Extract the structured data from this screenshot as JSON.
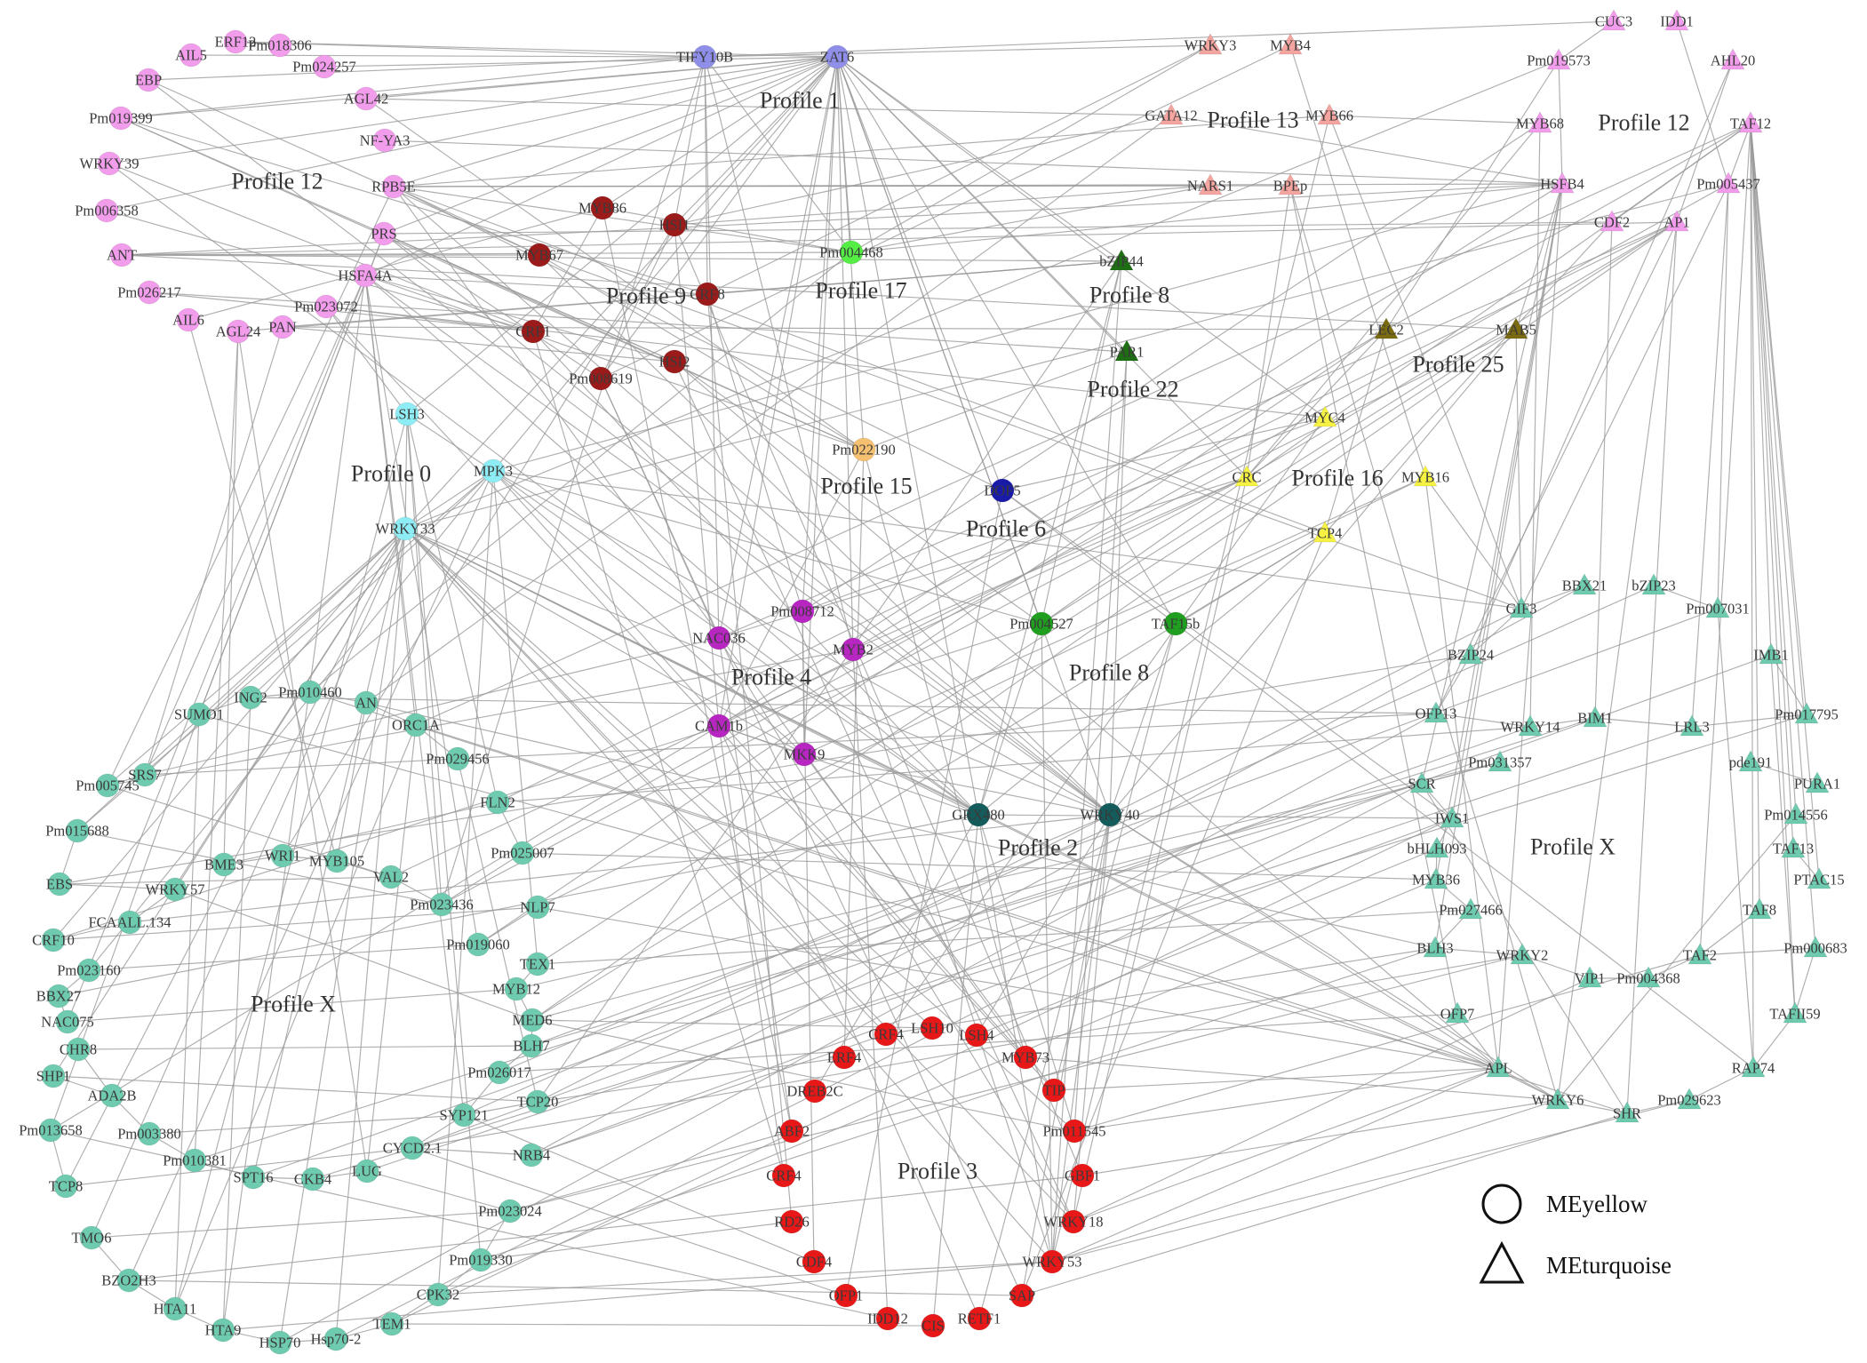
{
  "legend": {
    "circle_label": "MEyellow",
    "triangle_label": "MEturquoise"
  },
  "colors": {
    "profile1": "#8f8fea",
    "profile12": "#f29cec",
    "profile13": "#f4a5a0",
    "profile9": "#9b1b1b",
    "profile17": "#55ee44",
    "profile8_tri": "#1e6e14",
    "profile22": "#1e6e14",
    "profile25": "#7a6a10",
    "profile0": "#8eecf4",
    "profile15": "#f5c070",
    "profile6": "#1a1aa8",
    "profile16": "#f6f244",
    "profile4": "#b826c2",
    "profile8_circ": "#1f9e1f",
    "profile2": "#145c5c",
    "profile3": "#e81818",
    "profileX": "#6fcbb0",
    "edge": "#9a9a9a"
  },
  "profiles": [
    {
      "label": "Profile 1"
    },
    {
      "label": "Profile 13"
    },
    {
      "label": "Profile 12"
    },
    {
      "label": "Profile 12"
    },
    {
      "label": "Profile 9"
    },
    {
      "label": "Profile 17"
    },
    {
      "label": "Profile 8"
    },
    {
      "label": "Profile 25"
    },
    {
      "label": "Profile 22"
    },
    {
      "label": "Profile 0"
    },
    {
      "label": "Profile 15"
    },
    {
      "label": "Profile 16"
    },
    {
      "label": "Profile 6"
    },
    {
      "label": "Profile 4"
    },
    {
      "label": "Profile 8"
    },
    {
      "label": "Profile 2"
    },
    {
      "label": "Profile X"
    },
    {
      "label": "Profile X"
    },
    {
      "label": "Profile 3"
    }
  ],
  "nodes": [
    {
      "id": "TIFY10B",
      "shape": "circle",
      "group": "profile1"
    },
    {
      "id": "ZAT6",
      "shape": "circle",
      "group": "profile1"
    },
    {
      "id": "AIL5",
      "shape": "circle",
      "group": "profile12"
    },
    {
      "id": "ERF12",
      "shape": "circle",
      "group": "profile12"
    },
    {
      "id": "Pm018306",
      "shape": "circle",
      "group": "profile12"
    },
    {
      "id": "Pm024257",
      "shape": "circle",
      "group": "profile12"
    },
    {
      "id": "EBP",
      "shape": "circle",
      "group": "profile12"
    },
    {
      "id": "AGL42",
      "shape": "circle",
      "group": "profile12"
    },
    {
      "id": "Pm019399",
      "shape": "circle",
      "group": "profile12"
    },
    {
      "id": "NF-YA3",
      "shape": "circle",
      "group": "profile12"
    },
    {
      "id": "WRKY39",
      "shape": "circle",
      "group": "profile12"
    },
    {
      "id": "RPB5E",
      "shape": "circle",
      "group": "profile12"
    },
    {
      "id": "Pm006358",
      "shape": "circle",
      "group": "profile12"
    },
    {
      "id": "PRS",
      "shape": "circle",
      "group": "profile12"
    },
    {
      "id": "ANT",
      "shape": "circle",
      "group": "profile12"
    },
    {
      "id": "HSFA4A",
      "shape": "circle",
      "group": "profile12"
    },
    {
      "id": "Pm026217",
      "shape": "circle",
      "group": "profile12"
    },
    {
      "id": "Pm023072",
      "shape": "circle",
      "group": "profile12"
    },
    {
      "id": "AIL6",
      "shape": "circle",
      "group": "profile12"
    },
    {
      "id": "PAN",
      "shape": "circle",
      "group": "profile12"
    },
    {
      "id": "AGL24",
      "shape": "circle",
      "group": "profile12"
    },
    {
      "id": "MYB86",
      "shape": "circle",
      "group": "profile9"
    },
    {
      "id": "HSI1",
      "shape": "circle",
      "group": "profile9"
    },
    {
      "id": "MYB67",
      "shape": "circle",
      "group": "profile9"
    },
    {
      "id": "CRF8",
      "shape": "circle",
      "group": "profile9"
    },
    {
      "id": "CRF1",
      "shape": "circle",
      "group": "profile9"
    },
    {
      "id": "HSI2",
      "shape": "circle",
      "group": "profile9"
    },
    {
      "id": "Pm008619",
      "shape": "circle",
      "group": "profile9"
    },
    {
      "id": "Pm004468",
      "shape": "circle",
      "group": "profile17"
    },
    {
      "id": "LSH3",
      "shape": "circle",
      "group": "profile0"
    },
    {
      "id": "MPK3",
      "shape": "circle",
      "group": "profile0"
    },
    {
      "id": "WRKY33",
      "shape": "circle",
      "group": "profile0"
    },
    {
      "id": "Pm022190",
      "shape": "circle",
      "group": "profile15"
    },
    {
      "id": "DOF5",
      "shape": "circle",
      "group": "profile6"
    },
    {
      "id": "Pm008712",
      "shape": "circle",
      "group": "profile4"
    },
    {
      "id": "NAC036",
      "shape": "circle",
      "group": "profile4"
    },
    {
      "id": "MYB2",
      "shape": "circle",
      "group": "profile4"
    },
    {
      "id": "CAM1b",
      "shape": "circle",
      "group": "profile4"
    },
    {
      "id": "MKK9",
      "shape": "circle",
      "group": "profile4"
    },
    {
      "id": "Pm004527",
      "shape": "circle",
      "group": "profile8_circ"
    },
    {
      "id": "TAF15b",
      "shape": "circle",
      "group": "profile8_circ"
    },
    {
      "id": "GRX480",
      "shape": "circle",
      "group": "profile2"
    },
    {
      "id": "WRKY40",
      "shape": "circle",
      "group": "profile2"
    },
    {
      "id": "CRF4",
      "shape": "circle",
      "group": "profile3"
    },
    {
      "id": "LSH10",
      "shape": "circle",
      "group": "profile3"
    },
    {
      "id": "LSH4",
      "shape": "circle",
      "group": "profile3"
    },
    {
      "id": "ERF4",
      "shape": "circle",
      "group": "profile3"
    },
    {
      "id": "MYB73",
      "shape": "circle",
      "group": "profile3"
    },
    {
      "id": "DREB2C",
      "shape": "circle",
      "group": "profile3"
    },
    {
      "id": "TIP",
      "shape": "circle",
      "group": "profile3"
    },
    {
      "id": "ABF2",
      "shape": "circle",
      "group": "profile3"
    },
    {
      "id": "Pm011545",
      "shape": "circle",
      "group": "profile3"
    },
    {
      "id": "CRF4b",
      "shape": "circle",
      "group": "profile3"
    },
    {
      "id": "GBF1",
      "shape": "circle",
      "group": "profile3"
    },
    {
      "id": "RD26",
      "shape": "circle",
      "group": "profile3"
    },
    {
      "id": "WRKY18",
      "shape": "circle",
      "group": "profile3"
    },
    {
      "id": "CDF4",
      "shape": "circle",
      "group": "profile3"
    },
    {
      "id": "WRKY53",
      "shape": "circle",
      "group": "profile3"
    },
    {
      "id": "OFP1",
      "shape": "circle",
      "group": "profile3"
    },
    {
      "id": "SAP",
      "shape": "circle",
      "group": "profile3"
    },
    {
      "id": "IDD12",
      "shape": "circle",
      "group": "profile3"
    },
    {
      "id": "CIS",
      "shape": "circle",
      "group": "profile3"
    },
    {
      "id": "RETF1",
      "shape": "circle",
      "group": "profile3"
    },
    {
      "id": "SUMO1",
      "shape": "circle",
      "group": "profileX"
    },
    {
      "id": "ING2",
      "shape": "circle",
      "group": "profileX"
    },
    {
      "id": "Pm010460",
      "shape": "circle",
      "group": "profileX"
    },
    {
      "id": "AN",
      "shape": "circle",
      "group": "profileX"
    },
    {
      "id": "ORC1A",
      "shape": "circle",
      "group": "profileX"
    },
    {
      "id": "SRS7",
      "shape": "circle",
      "group": "profileX"
    },
    {
      "id": "Pm029456",
      "shape": "circle",
      "group": "profileX"
    },
    {
      "id": "Pm005745",
      "shape": "circle",
      "group": "profileX"
    },
    {
      "id": "FLN2",
      "shape": "circle",
      "group": "profileX"
    },
    {
      "id": "Pm015688",
      "shape": "circle",
      "group": "profileX"
    },
    {
      "id": "Pm025007",
      "shape": "circle",
      "group": "profileX"
    },
    {
      "id": "BME3",
      "shape": "circle",
      "group": "profileX"
    },
    {
      "id": "WRI1",
      "shape": "circle",
      "group": "profileX"
    },
    {
      "id": "MYB105",
      "shape": "circle",
      "group": "profileX"
    },
    {
      "id": "VAL2",
      "shape": "circle",
      "group": "profileX"
    },
    {
      "id": "EBS",
      "shape": "circle",
      "group": "profileX"
    },
    {
      "id": "WRKY57",
      "shape": "circle",
      "group": "profileX"
    },
    {
      "id": "FCAALL.134",
      "shape": "circle",
      "group": "profileX"
    },
    {
      "id": "Pm023436",
      "shape": "circle",
      "group": "profileX"
    },
    {
      "id": "NLP7",
      "shape": "circle",
      "group": "profileX"
    },
    {
      "id": "CRF10",
      "shape": "circle",
      "group": "profileX"
    },
    {
      "id": "Pm019060",
      "shape": "circle",
      "group": "profileX"
    },
    {
      "id": "TEX1",
      "shape": "circle",
      "group": "profileX"
    },
    {
      "id": "Pm023160",
      "shape": "circle",
      "group": "profileX"
    },
    {
      "id": "MYB12",
      "shape": "circle",
      "group": "profileX"
    },
    {
      "id": "BBX27",
      "shape": "circle",
      "group": "profileX"
    },
    {
      "id": "MED6",
      "shape": "circle",
      "group": "profileX"
    },
    {
      "id": "NAC075",
      "shape": "circle",
      "group": "profileX"
    },
    {
      "id": "BLH7",
      "shape": "circle",
      "group": "profileX"
    },
    {
      "id": "CHR8",
      "shape": "circle",
      "group": "profileX"
    },
    {
      "id": "Pm026017",
      "shape": "circle",
      "group": "profileX"
    },
    {
      "id": "SHP1",
      "shape": "circle",
      "group": "profileX"
    },
    {
      "id": "ADA2B",
      "shape": "circle",
      "group": "profileX"
    },
    {
      "id": "TCP20",
      "shape": "circle",
      "group": "profileX"
    },
    {
      "id": "SYP121",
      "shape": "circle",
      "group": "profileX"
    },
    {
      "id": "Pm013658",
      "shape": "circle",
      "group": "profileX"
    },
    {
      "id": "Pm003380",
      "shape": "circle",
      "group": "profileX"
    },
    {
      "id": "CYCD2.1",
      "shape": "circle",
      "group": "profileX"
    },
    {
      "id": "NRB4",
      "shape": "circle",
      "group": "profileX"
    },
    {
      "id": "Pm010381",
      "shape": "circle",
      "group": "profileX"
    },
    {
      "id": "TCP8",
      "shape": "circle",
      "group": "profileX"
    },
    {
      "id": "SPT16",
      "shape": "circle",
      "group": "profileX"
    },
    {
      "id": "CKB4",
      "shape": "circle",
      "group": "profileX"
    },
    {
      "id": "LUG",
      "shape": "circle",
      "group": "profileX"
    },
    {
      "id": "Pm023024",
      "shape": "circle",
      "group": "profileX"
    },
    {
      "id": "TMO6",
      "shape": "circle",
      "group": "profileX"
    },
    {
      "id": "Pm019330",
      "shape": "circle",
      "group": "profileX"
    },
    {
      "id": "BZO2H3",
      "shape": "circle",
      "group": "profileX"
    },
    {
      "id": "HTA11",
      "shape": "circle",
      "group": "profileX"
    },
    {
      "id": "CPK32",
      "shape": "circle",
      "group": "profileX"
    },
    {
      "id": "HTA9",
      "shape": "circle",
      "group": "profileX"
    },
    {
      "id": "TEM1",
      "shape": "circle",
      "group": "profileX"
    },
    {
      "id": "HSP70",
      "shape": "circle",
      "group": "profileX"
    },
    {
      "id": "Hsp70-2",
      "shape": "circle",
      "group": "profileX"
    },
    {
      "id": "WRKY3",
      "shape": "triangle",
      "group": "profile13"
    },
    {
      "id": "MYB4",
      "shape": "triangle",
      "group": "profile13"
    },
    {
      "id": "GATA12",
      "shape": "triangle",
      "group": "profile13"
    },
    {
      "id": "MYB66",
      "shape": "triangle",
      "group": "profile13"
    },
    {
      "id": "NARS1",
      "shape": "triangle",
      "group": "profile13"
    },
    {
      "id": "BPEp",
      "shape": "triangle",
      "group": "profile13"
    },
    {
      "id": "CUC3",
      "shape": "triangle",
      "group": "profile12"
    },
    {
      "id": "IDD1",
      "shape": "triangle",
      "group": "profile12"
    },
    {
      "id": "Pm019573",
      "shape": "triangle",
      "group": "profile12"
    },
    {
      "id": "AHL20",
      "shape": "triangle",
      "group": "profile12"
    },
    {
      "id": "MYB68",
      "shape": "triangle",
      "group": "profile12"
    },
    {
      "id": "TAF12",
      "shape": "triangle",
      "group": "profile12"
    },
    {
      "id": "HSFB4",
      "shape": "triangle",
      "group": "profile12"
    },
    {
      "id": "Pm005437",
      "shape": "triangle",
      "group": "profile12"
    },
    {
      "id": "CDF2",
      "shape": "triangle",
      "group": "profile12"
    },
    {
      "id": "AP1",
      "shape": "triangle",
      "group": "profile12"
    },
    {
      "id": "bZIP44",
      "shape": "triangle",
      "group": "profile8_tri"
    },
    {
      "id": "PAR1",
      "shape": "triangle",
      "group": "profile22"
    },
    {
      "id": "LEC2",
      "shape": "triangle",
      "group": "profile25"
    },
    {
      "id": "MAB5",
      "shape": "triangle",
      "group": "profile25"
    },
    {
      "id": "MYC4",
      "shape": "triangle",
      "group": "profile16"
    },
    {
      "id": "CRC",
      "shape": "triangle",
      "group": "profile16"
    },
    {
      "id": "MYB16",
      "shape": "triangle",
      "group": "profile16"
    },
    {
      "id": "TCP4",
      "shape": "triangle",
      "group": "profile16"
    },
    {
      "id": "BBX21",
      "shape": "triangle",
      "group": "profileX"
    },
    {
      "id": "bZIP23",
      "shape": "triangle",
      "group": "profileX"
    },
    {
      "id": "GIF3",
      "shape": "triangle",
      "group": "profileX"
    },
    {
      "id": "Pm007031",
      "shape": "triangle",
      "group": "profileX"
    },
    {
      "id": "BZIP24",
      "shape": "triangle",
      "group": "profileX"
    },
    {
      "id": "IMB1",
      "shape": "triangle",
      "group": "profileX"
    },
    {
      "id": "OFP13",
      "shape": "triangle",
      "group": "profileX"
    },
    {
      "id": "WRKY14",
      "shape": "triangle",
      "group": "profileX"
    },
    {
      "id": "BIM1",
      "shape": "triangle",
      "group": "profileX"
    },
    {
      "id": "Pm017795",
      "shape": "triangle",
      "group": "profileX"
    },
    {
      "id": "LRL3",
      "shape": "triangle",
      "group": "profileX"
    },
    {
      "id": "Pm031357",
      "shape": "triangle",
      "group": "profileX"
    },
    {
      "id": "pde191",
      "shape": "triangle",
      "group": "profileX"
    },
    {
      "id": "SCR",
      "shape": "triangle",
      "group": "profileX"
    },
    {
      "id": "PURA1",
      "shape": "triangle",
      "group": "profileX"
    },
    {
      "id": "IWS1",
      "shape": "triangle",
      "group": "profileX"
    },
    {
      "id": "Pm014556",
      "shape": "triangle",
      "group": "profileX"
    },
    {
      "id": "bHLH093",
      "shape": "triangle",
      "group": "profileX"
    },
    {
      "id": "TAF13",
      "shape": "triangle",
      "group": "profileX"
    },
    {
      "id": "MYB36",
      "shape": "triangle",
      "group": "profileX"
    },
    {
      "id": "PTAC15",
      "shape": "triangle",
      "group": "profileX"
    },
    {
      "id": "Pm027466",
      "shape": "triangle",
      "group": "profileX"
    },
    {
      "id": "TAF8",
      "shape": "triangle",
      "group": "profileX"
    },
    {
      "id": "BLH3",
      "shape": "triangle",
      "group": "profileX"
    },
    {
      "id": "WRKY2",
      "shape": "triangle",
      "group": "profileX"
    },
    {
      "id": "TAF2",
      "shape": "triangle",
      "group": "profileX"
    },
    {
      "id": "Pm000683",
      "shape": "triangle",
      "group": "profileX"
    },
    {
      "id": "VIP1",
      "shape": "triangle",
      "group": "profileX"
    },
    {
      "id": "Pm004368",
      "shape": "triangle",
      "group": "profileX"
    },
    {
      "id": "OFP7",
      "shape": "triangle",
      "group": "profileX"
    },
    {
      "id": "TAFII59",
      "shape": "triangle",
      "group": "profileX"
    },
    {
      "id": "APL",
      "shape": "triangle",
      "group": "profileX"
    },
    {
      "id": "RAP74",
      "shape": "triangle",
      "group": "profileX"
    },
    {
      "id": "WRKY6",
      "shape": "triangle",
      "group": "profileX"
    },
    {
      "id": "SHR",
      "shape": "triangle",
      "group": "profileX"
    },
    {
      "id": "Pm029623",
      "shape": "triangle",
      "group": "profileX"
    }
  ]
}
